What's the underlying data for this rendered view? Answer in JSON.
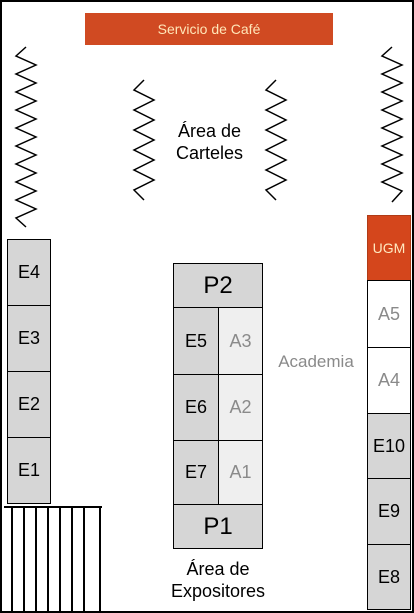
{
  "header": {
    "coffee_service": "Servicio de Café"
  },
  "areas": {
    "posters_line1": "Área de",
    "posters_line2": "Carteles",
    "academia": "Academia",
    "exhibitors_line1": "Área de",
    "exhibitors_line2": "Expositores"
  },
  "left_booths": [
    "E4",
    "E3",
    "E2",
    "E1"
  ],
  "center": {
    "top_block": "P2",
    "bottom_block": "P1",
    "rows": [
      {
        "left": "E5",
        "right": "A3"
      },
      {
        "left": "E6",
        "right": "A2"
      },
      {
        "left": "E7",
        "right": "A1"
      }
    ]
  },
  "right_booths": {
    "top": "UGM",
    "items": [
      "A5",
      "A4",
      "E10",
      "E9",
      "E8"
    ]
  },
  "colors": {
    "accent": "#d04a22",
    "accent_text": "#ffe6b8",
    "booth_gray": "#d6d6d6",
    "booth_light": "#efefef",
    "muted_text": "#8a8a8a"
  }
}
